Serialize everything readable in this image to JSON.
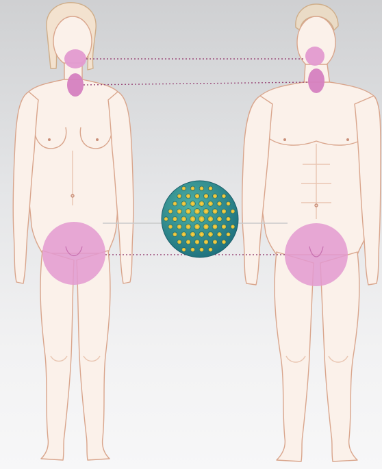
{
  "colors": {
    "background_top": "#cfd0d2",
    "background_bottom": "#f7f7f8",
    "skin_fill": "#fbf1ea",
    "skin_outline": "#d9a58c",
    "skin_shadow": "#e9c6b2",
    "highlight": "#e39ad0",
    "highlight_dark": "#c76fb0",
    "connector": "#9a4b7a",
    "virus_base": "#2c8a8e",
    "virus_spot_outer": "#8fc25a",
    "virus_spot_inner": "#f4d33a"
  },
  "figures": [
    {
      "name": "female",
      "highlighted_regions": [
        "mouth",
        "throat",
        "genital"
      ]
    },
    {
      "name": "male",
      "highlighted_regions": [
        "mouth",
        "throat",
        "genital"
      ]
    }
  ],
  "connectors": [
    "mouth",
    "throat",
    "genital"
  ],
  "center_icon": "virus-particle-icon"
}
